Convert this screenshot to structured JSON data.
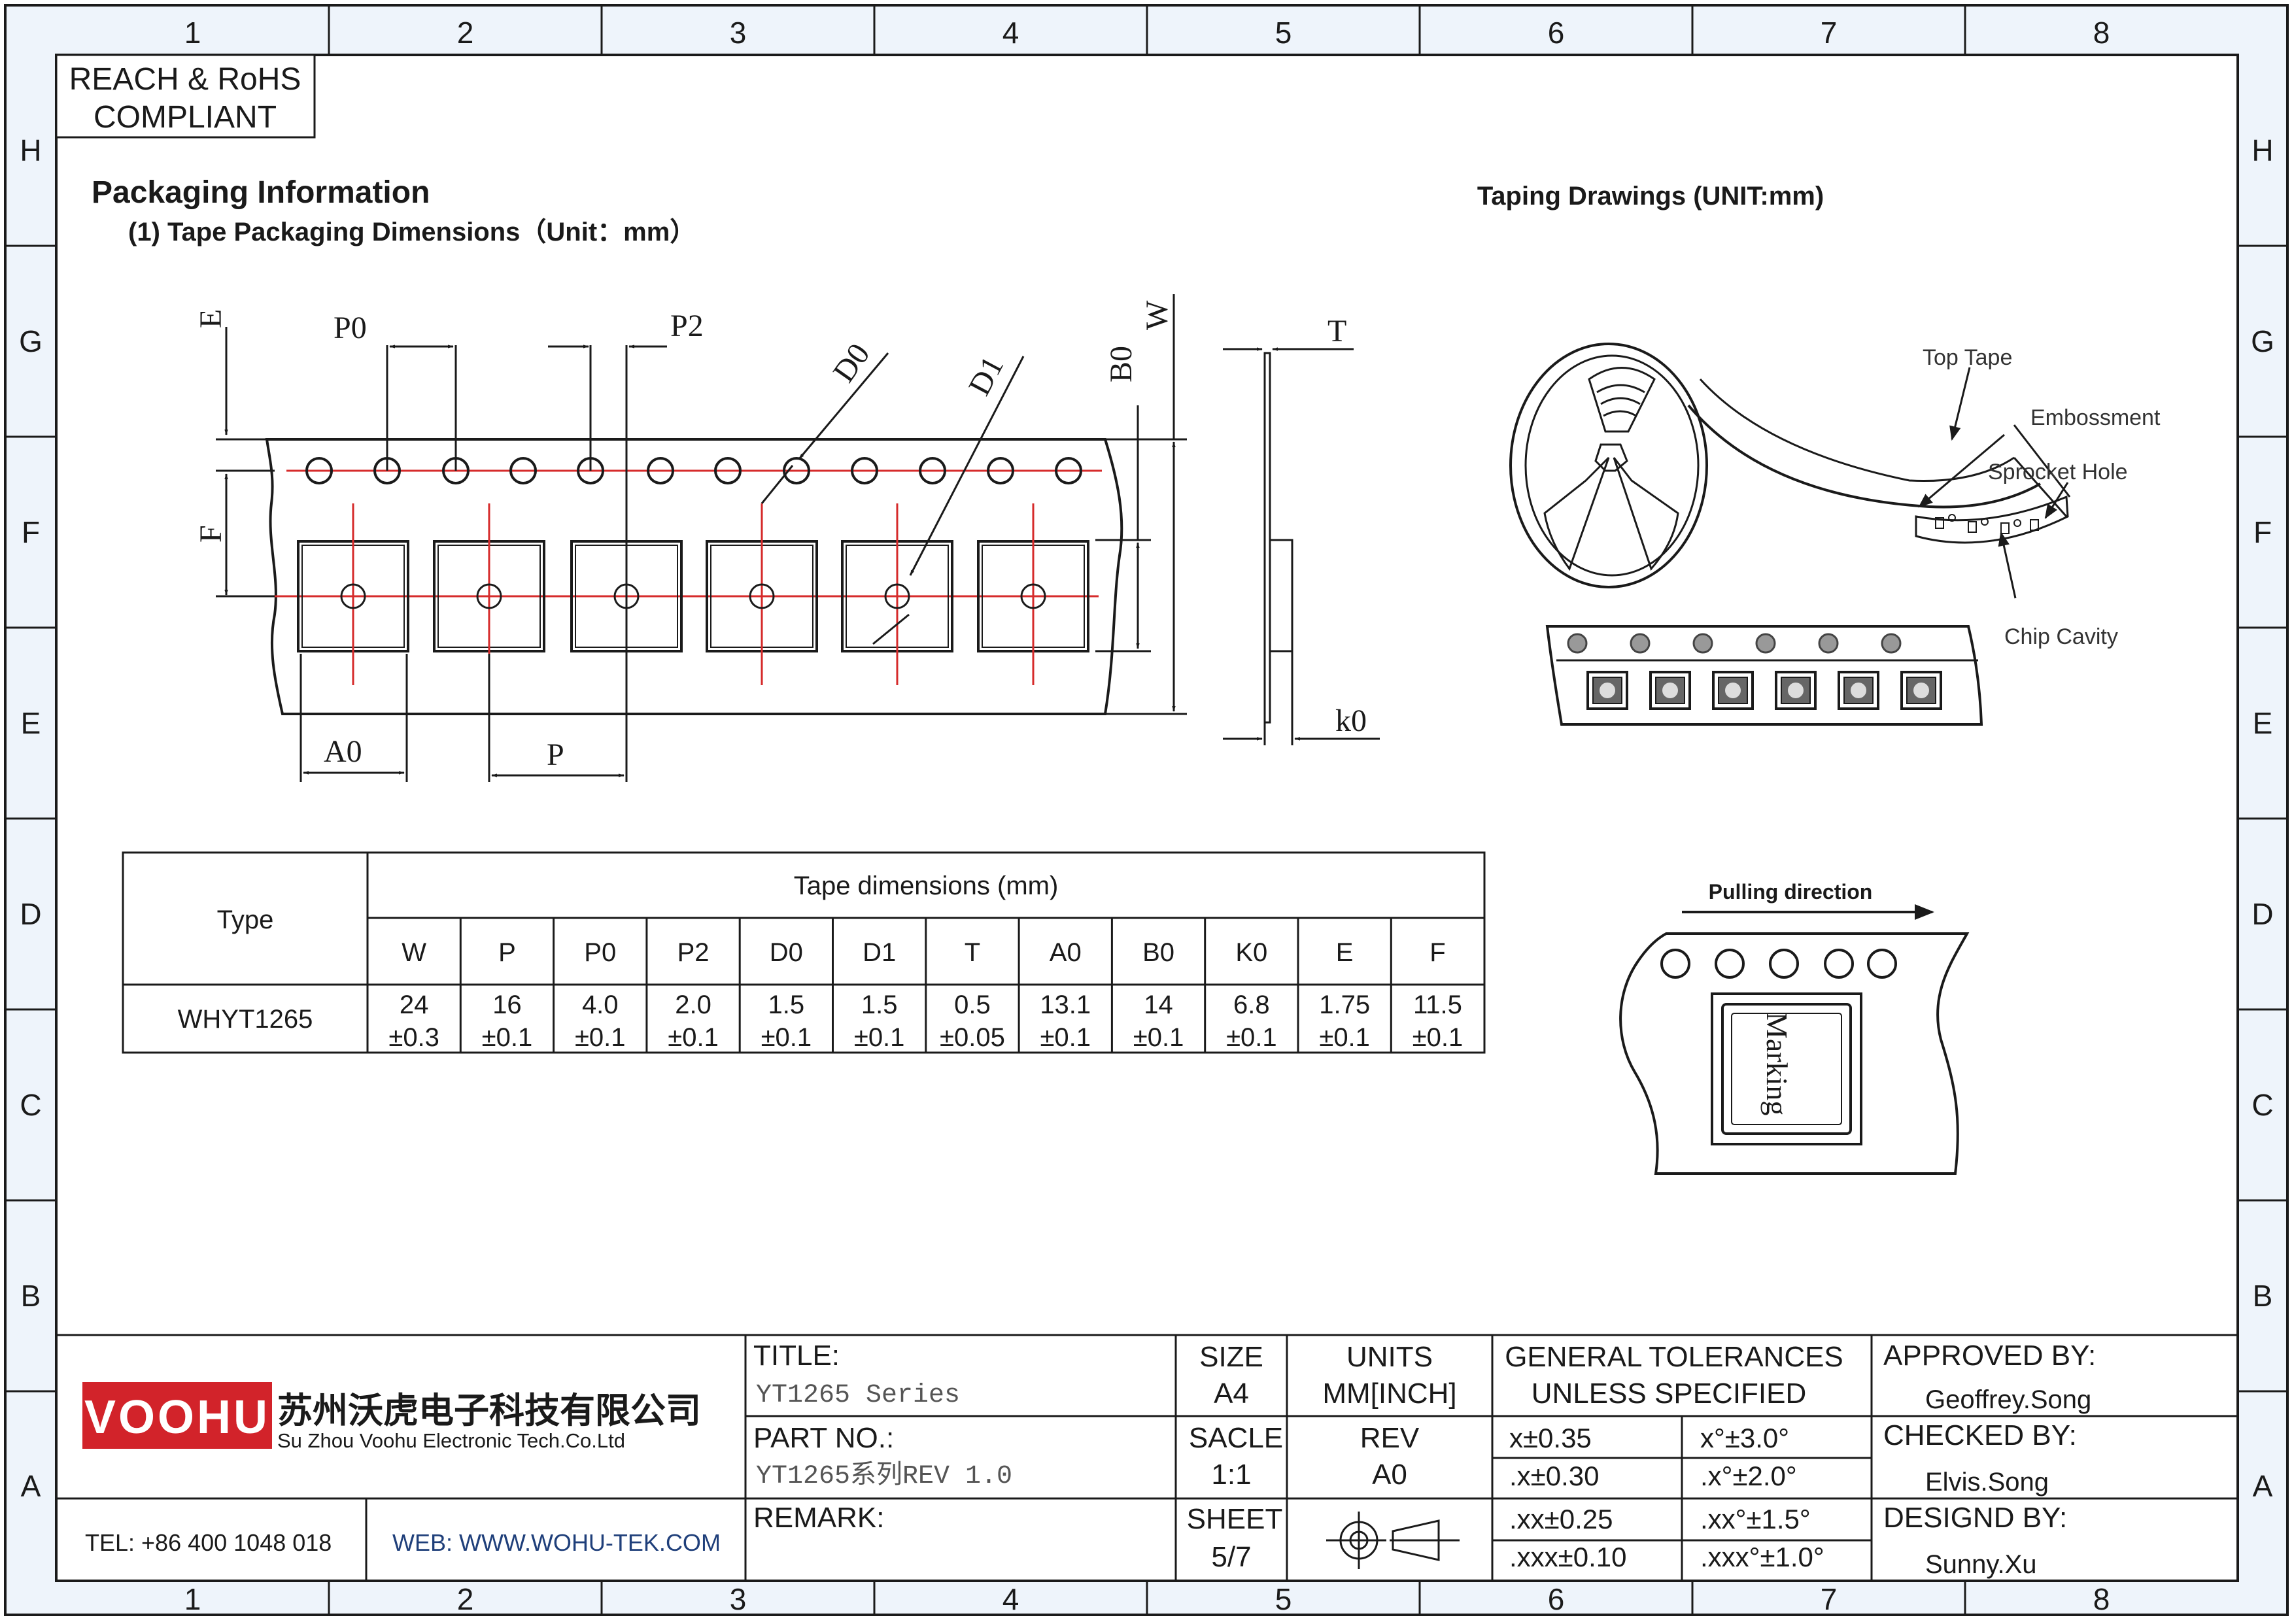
{
  "colors": {
    "line": "#1a1a1a",
    "centerline": "#d62b2b",
    "brand_red": "#d2232a",
    "link": "#1f3f7a",
    "drawing_bg": "#eef4fb"
  },
  "border": {
    "columns": [
      "1",
      "2",
      "3",
      "4",
      "5",
      "6",
      "7",
      "8"
    ],
    "rows": [
      "H",
      "G",
      "F",
      "E",
      "D",
      "C",
      "B",
      "A"
    ]
  },
  "compliance": {
    "line1": "REACH & RoHS",
    "line2": "COMPLIANT"
  },
  "heading": {
    "title": "Packaging Information",
    "subtitle": "(1) Tape Packaging Dimensions（Unit：mm）",
    "taping_title": "Taping Drawings (UNIT:mm)"
  },
  "tape_drawing": {
    "labels": {
      "E": "E",
      "P0": "P0",
      "P2": "P2",
      "D0": "D0",
      "D1": "D1",
      "B0": "B0",
      "W": "W",
      "F": "F",
      "A0": "A0",
      "P": "P",
      "T": "T",
      "k0": "k0"
    }
  },
  "reel_drawing": {
    "top_tape": "Top Tape",
    "embossment": "Embossment",
    "sprocket_hole": "Sprocket Hole",
    "chip_cavity": "Chip Cavity"
  },
  "pulling_drawing": {
    "direction": "Pulling direction",
    "marking": "Marking"
  },
  "dimensions_table": {
    "type_header": "Type",
    "group_header": "Tape dimensions (mm)",
    "columns": [
      "W",
      "P",
      "P0",
      "P2",
      "D0",
      "D1",
      "T",
      "A0",
      "B0",
      "K0",
      "E",
      "F"
    ],
    "row": {
      "type": "WHYT1265",
      "values": [
        "24",
        "16",
        "4.0",
        "2.0",
        "1.5",
        "1.5",
        "0.5",
        "13.1",
        "14",
        "6.8",
        "1.75",
        "11.5"
      ],
      "tolerances": [
        "±0.3",
        "±0.1",
        "±0.1",
        "±0.1",
        "±0.1",
        "±0.1",
        "±0.05",
        "±0.1",
        "±0.1",
        "±0.1",
        "±0.1",
        "±0.1"
      ]
    }
  },
  "title_block": {
    "logo_text": "VOOHU",
    "company_cn": "苏州沃虎电子科技有限公司",
    "company_en": "Su Zhou Voohu Electronic Tech.Co.Ltd",
    "tel": "TEL: +86 400 1048 018",
    "web": "WEB: WWW.WOHU-TEK.COM",
    "title_label": "TITLE:",
    "title_value": "YT1265 Series",
    "part_label": "PART NO.:",
    "part_value": "YT1265系列REV 1.0",
    "remark_label": "REMARK:",
    "size_label": "SIZE",
    "size_value": "A4",
    "scale_label": "SACLE",
    "scale_value": "1:1",
    "sheet_label": "SHEET",
    "sheet_value": "5/7",
    "units_label": "UNITS",
    "units_value": "MM[INCH]",
    "rev_label": "REV",
    "rev_value": "A0",
    "tol_header_1": "GENERAL TOLERANCES",
    "tol_header_2": "UNLESS SPECIFIED",
    "tolerances": [
      [
        "x±0.35",
        "x°±3.0°"
      ],
      [
        ".x±0.30",
        ".x°±2.0°"
      ],
      [
        ".xx±0.25",
        ".xx°±1.5°"
      ],
      [
        ".xxx±0.10",
        ".xxx°±1.0°"
      ]
    ],
    "approved_label": "APPROVED BY:",
    "approved_value": "Geoffrey.Song",
    "checked_label": "CHECKED BY:",
    "checked_value": "Elvis.Song",
    "designed_label": "DESIGND BY:",
    "designed_value": "Sunny.Xu"
  }
}
